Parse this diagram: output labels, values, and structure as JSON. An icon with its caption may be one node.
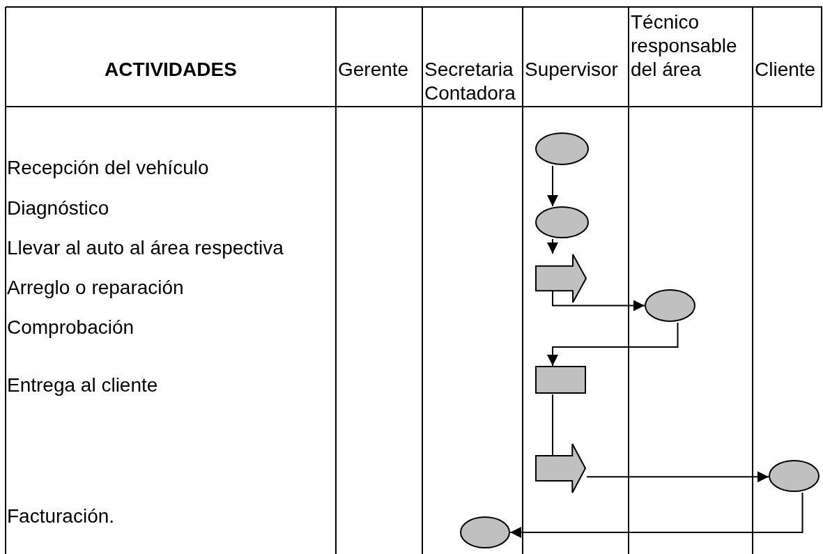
{
  "diagram": {
    "nodes": [
      {
        "text": [],
        "shape": "circle"
      },
      {
        "text": [],
        "shape": "circle"
      },
      {
        "text": [],
        "shape": "arrow"
      },
      {
        "text": [],
        "shape": "circle"
      },
      {
        "text": [],
        "shape": "box"
      },
      {
        "text": [],
        "shape": "arrow"
      },
      {
        "text": [],
        "shape": "circle"
      },
      {
        "text": [],
        "shape": "circle"
      }
    ],
    "edges": [
      {
        "from": 0,
        "to": 1,
        "arrow": "to"
      },
      {
        "from": 1,
        "to": 2,
        "arrow": "to"
      },
      {
        "from": 2,
        "to": 3,
        "arrow": "to"
      },
      {
        "from": 3,
        "to": 4,
        "arrow": "to"
      },
      {
        "from": 4,
        "to": 5,
        "arrow": "none"
      },
      {
        "from": 5,
        "to": 6,
        "arrow": "to"
      },
      {
        "from": 6,
        "to": 7,
        "arrow": "to"
      }
    ],
    "labels": [
      "ACTIVIDADES",
      "Gerente",
      "Secretaria Contadora",
      "Supervisor",
      "Técnico responsable del área",
      "Cliente",
      "Recepción del vehículo",
      "Diagnóstico",
      "Llevar al auto al área respectiva",
      "Arreglo o reparación",
      "Comprobación",
      "Entrega al cliente",
      "Facturación."
    ]
  }
}
